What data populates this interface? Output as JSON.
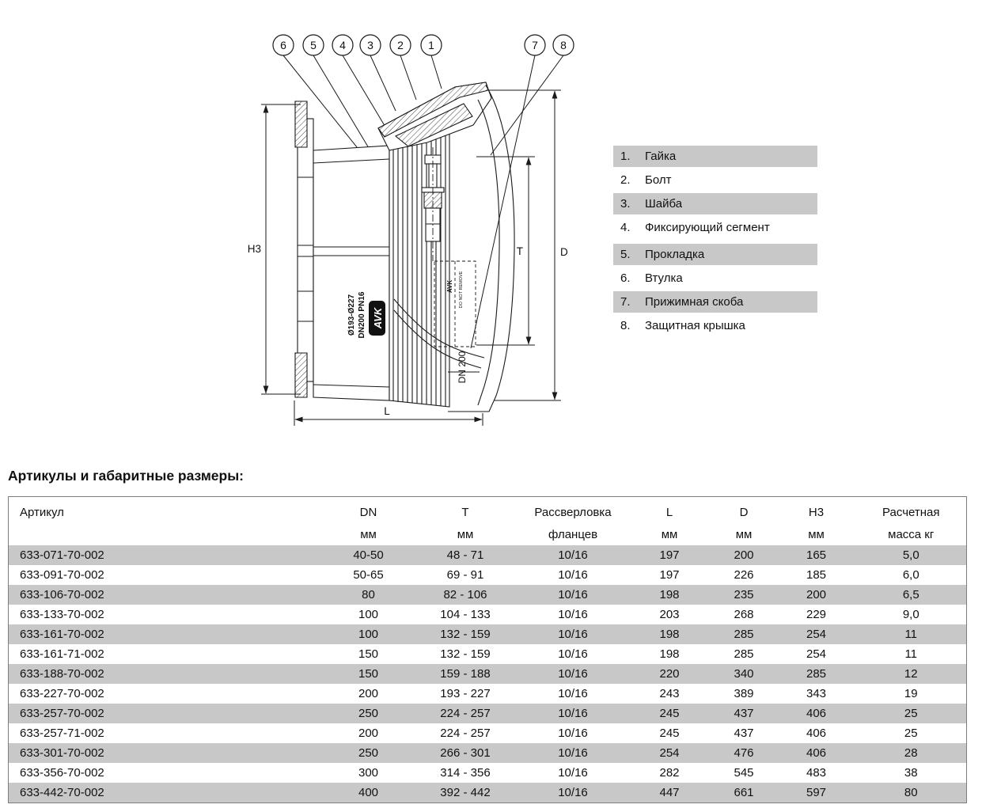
{
  "diagram": {
    "callouts": [
      "6",
      "5",
      "4",
      "3",
      "2",
      "1",
      "7",
      "8"
    ],
    "dimensions": {
      "h3": "H3",
      "t": "T",
      "d": "D",
      "l": "L"
    },
    "labels": {
      "brand": "AVK",
      "spec_line1": "Ø193-Ø227",
      "spec_line2": "DN200 PN16",
      "dn": "DN 200",
      "small_brand": "AVK",
      "do_not_remove": "DO NOT REMOVE"
    }
  },
  "legend": {
    "items": [
      {
        "num": "1.",
        "label": "Гайка"
      },
      {
        "num": "2.",
        "label": "Болт"
      },
      {
        "num": "3.",
        "label": "Шайба"
      },
      {
        "num": "4.",
        "label": "Фиксирующий сегмент"
      },
      {
        "num": "5.",
        "label": "Прокладка"
      },
      {
        "num": "6.",
        "label": "Втулка"
      },
      {
        "num": "7.",
        "label": "Прижимная скоба"
      },
      {
        "num": "8.",
        "label": "Защитная крышка"
      }
    ]
  },
  "table": {
    "title": "Артикулы и габаритные размеры:",
    "shade_color": "#c8c8c8",
    "columns": [
      {
        "label": "Артикул",
        "unit": ""
      },
      {
        "label": "DN",
        "unit": "мм"
      },
      {
        "label": "T",
        "unit": "мм"
      },
      {
        "label": "Рассверловка",
        "unit": "фланцев"
      },
      {
        "label": "L",
        "unit": "мм"
      },
      {
        "label": "D",
        "unit": "мм"
      },
      {
        "label": "H3",
        "unit": "мм"
      },
      {
        "label": "Расчетная",
        "unit": "масса кг"
      }
    ],
    "rows": [
      [
        "633-071-70-002",
        "40-50",
        "48 - 71",
        "10/16",
        "197",
        "200",
        "165",
        "5,0"
      ],
      [
        "633-091-70-002",
        "50-65",
        "69 - 91",
        "10/16",
        "197",
        "226",
        "185",
        "6,0"
      ],
      [
        "633-106-70-002",
        "80",
        "82 - 106",
        "10/16",
        "198",
        "235",
        "200",
        "6,5"
      ],
      [
        "633-133-70-002",
        "100",
        "104 - 133",
        "10/16",
        "203",
        "268",
        "229",
        "9,0"
      ],
      [
        "633-161-70-002",
        "100",
        "132 - 159",
        "10/16",
        "198",
        "285",
        "254",
        "11"
      ],
      [
        "633-161-71-002",
        "150",
        "132 - 159",
        "10/16",
        "198",
        "285",
        "254",
        "11"
      ],
      [
        "633-188-70-002",
        "150",
        "159 - 188",
        "10/16",
        "220",
        "340",
        "285",
        "12"
      ],
      [
        "633-227-70-002",
        "200",
        "193 - 227",
        "10/16",
        "243",
        "389",
        "343",
        "19"
      ],
      [
        "633-257-70-002",
        "250",
        "224 - 257",
        "10/16",
        "245",
        "437",
        "406",
        "25"
      ],
      [
        "633-257-71-002",
        "200",
        "224 - 257",
        "10/16",
        "245",
        "437",
        "406",
        "25"
      ],
      [
        "633-301-70-002",
        "250",
        "266 - 301",
        "10/16",
        "254",
        "476",
        "406",
        "28"
      ],
      [
        "633-356-70-002",
        "300",
        "314 - 356",
        "10/16",
        "282",
        "545",
        "483",
        "38"
      ],
      [
        "633-442-70-002",
        "400",
        "392 - 442",
        "10/16",
        "447",
        "661",
        "597",
        "80"
      ]
    ]
  }
}
